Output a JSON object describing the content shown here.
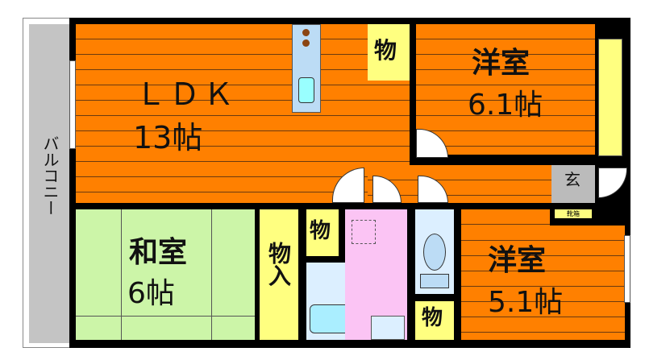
{
  "balcony": {
    "label": "バルコニー"
  },
  "rooms": {
    "ldk": {
      "name": "ＬＤＫ",
      "size": "13帖"
    },
    "western1": {
      "name": "洋室",
      "size": "6.1帖"
    },
    "western2": {
      "name": "洋室",
      "size": "5.1帖"
    },
    "japanese": {
      "name": "和室",
      "size": "6帖"
    },
    "closet_label": "物",
    "oshiire": "物入",
    "entrance": "玄",
    "shoebox": "靴箱"
  },
  "colors": {
    "floor": "#ff8000",
    "tatami": "#ccf5a8",
    "storage": "#ffff80",
    "wet": "#dcefff",
    "washroom": "#fbc4f4"
  }
}
